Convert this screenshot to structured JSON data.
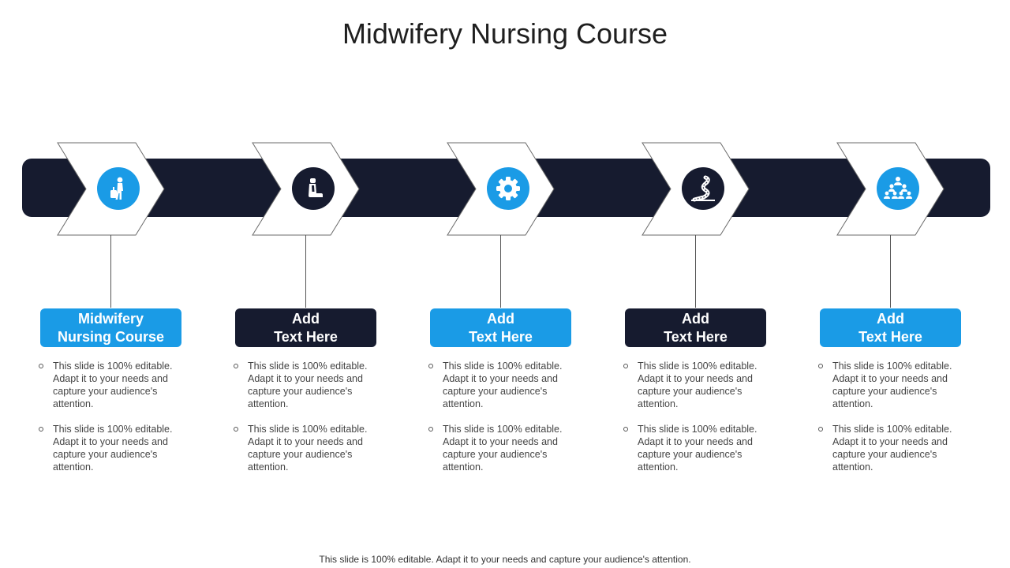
{
  "title": "Midwifery Nursing Course",
  "colors": {
    "band": "#161b2f",
    "blue": "#1a9be6",
    "navy": "#161b2f"
  },
  "steps": [
    {
      "label": "Midwifery\nNursing Course",
      "icon": "traveler-luggage-icon",
      "accent": "blue",
      "bullets": [
        "This slide is 100% editable. Adapt it to your needs and capture your audience's attention.",
        "This slide is 100% editable. Adapt it to your needs and capture your audience's attention."
      ]
    },
    {
      "label": "Add\nText Here",
      "icon": "car-seat-icon",
      "accent": "navy",
      "bullets": [
        "This slide is 100% editable. Adapt it to your needs and capture your audience's attention.",
        "This slide is 100% editable. Adapt it to your needs and capture your audience's attention."
      ]
    },
    {
      "label": "Add\nText Here",
      "icon": "gear-icon",
      "accent": "blue",
      "bullets": [
        "This slide is 100% editable. Adapt it to your needs and capture your audience's attention.",
        "This slide is 100% editable. Adapt it to your needs and capture your audience's attention."
      ]
    },
    {
      "label": "Add\nText Here",
      "icon": "winding-road-icon",
      "accent": "navy",
      "bullets": [
        "This slide is 100% editable. Adapt it to your needs and capture your audience's attention.",
        "This slide is 100% editable. Adapt it to your needs and capture your audience's attention."
      ]
    },
    {
      "label": "Add\nText Here",
      "icon": "team-hierarchy-icon",
      "accent": "blue",
      "bullets": [
        "This slide is 100% editable. Adapt it to your needs and capture your audience's attention.",
        "This slide is 100% editable. Adapt it to your needs and capture your audience's attention."
      ]
    }
  ],
  "footer": "This slide is 100% editable. Adapt it to your needs and capture your audience's attention."
}
